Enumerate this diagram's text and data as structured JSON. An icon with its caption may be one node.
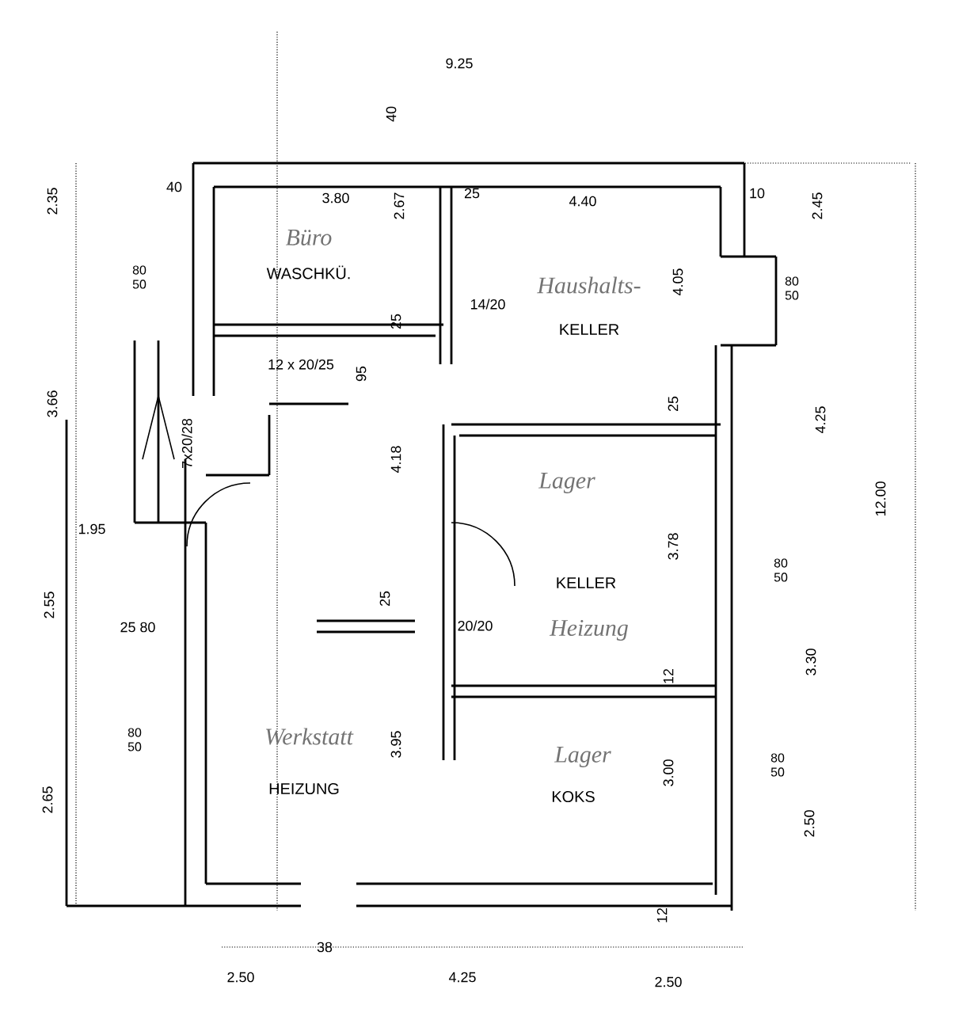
{
  "diagram": {
    "labels": [
      "9.25",
      "40",
      "2.35",
      "40",
      "3.80",
      "25",
      "4.40",
      "10",
      "2.45",
      "Büro",
      "2.67",
      "WASCHKÜ.",
      "Haushalts-",
      "4.05",
      "80 50",
      "14/20",
      "80 50",
      "KELLER",
      "25",
      "12 x 20/25",
      "95",
      "3.66",
      "7x20/28",
      "4.18",
      "25",
      "4.25",
      "Lager",
      "12.00",
      "1.95",
      "KELLER",
      "3.78",
      "80 50",
      "2.55",
      "25 80",
      "25",
      "20/20",
      "Heizung",
      "12",
      "3.30",
      "Werkstatt",
      "80 50",
      "Lager",
      "3.95",
      "KOKS",
      "3.00",
      "80 50",
      "HEIZUNG",
      "2.65",
      "2.50",
      "12",
      "38",
      "2.50",
      "4.25",
      "2.50"
    ]
  }
}
